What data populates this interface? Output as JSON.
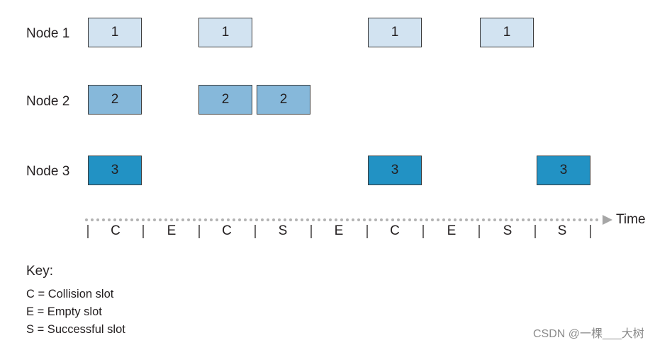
{
  "nodes": [
    {
      "label": "Node 1",
      "box_text": "1",
      "color": "#d2e3f1"
    },
    {
      "label": "Node 2",
      "box_text": "2",
      "color": "#86b8da"
    },
    {
      "label": "Node 3",
      "box_text": "3",
      "color": "#2292c4"
    }
  ],
  "timeline": {
    "axis_label": "Time",
    "slots": [
      "C",
      "E",
      "C",
      "S",
      "E",
      "C",
      "E",
      "S",
      "S"
    ]
  },
  "key": {
    "title": "Key:",
    "items": [
      "C = Collision slot",
      "E = Empty slot",
      "S = Successful slot"
    ]
  },
  "watermark": "CSDN @一棵___大树"
}
